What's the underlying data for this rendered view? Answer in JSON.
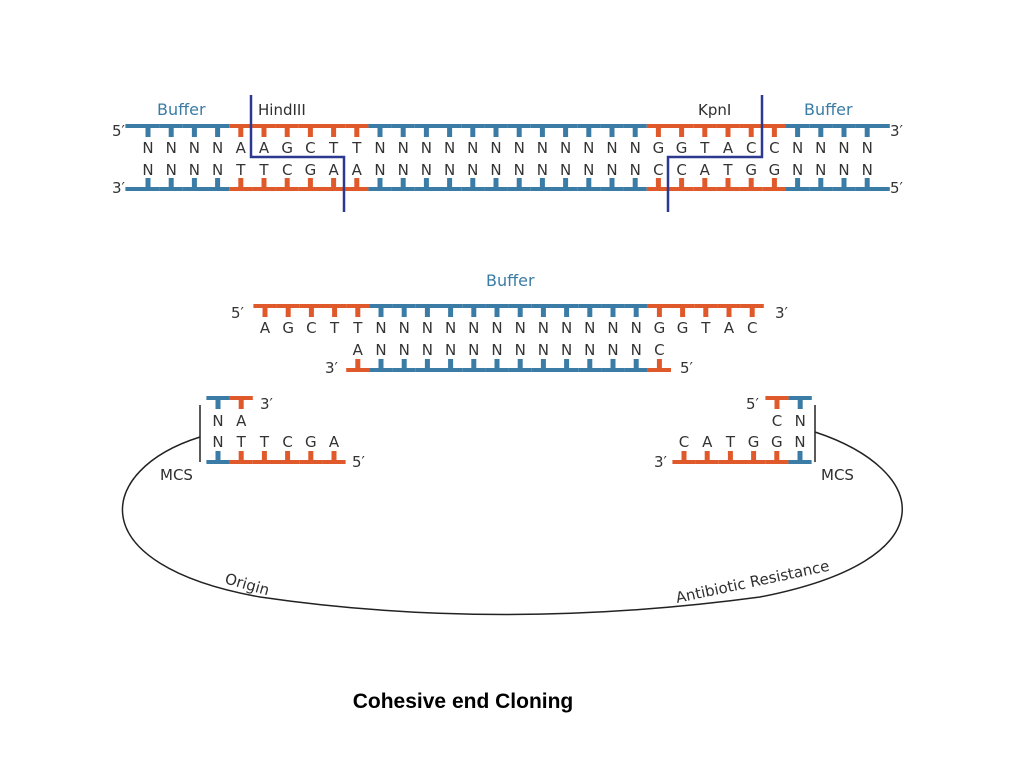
{
  "colors": {
    "blue": "#3a7ca5",
    "orange": "#e0592a",
    "cut": "#2b3990",
    "text": "#333333"
  },
  "top_dna": {
    "left_buffer_label": "Buffer",
    "right_buffer_label": "Buffer",
    "site1_label": "HindIII",
    "site2_label": "KpnI",
    "top_strand": {
      "seq": "NNNNAAGCTTNNNNNNNNNNNNGGTACCNNNN",
      "mask": "bbbbttttttbbbbbbbbbbbbttttttbbbb",
      "left_end": "5′",
      "right_end": "3′"
    },
    "bottom_strand": {
      "seq": "NNNNTTCGAANNNNNNNNNNNNCCATGGNNNN",
      "mask": "bbbbttttttbbbbbbbbbbbbttttttbbbb",
      "left_end": "3′",
      "right_end": "5′"
    }
  },
  "insert": {
    "buffer_label": "Buffer",
    "top_strand": {
      "seq": "AGCTTNNNNNNNNNNNNGGTAC",
      "mask": "tttttbbbbbbbbbbbbttttt",
      "left_end": "5′",
      "right_end": "3′"
    },
    "bottom_strand": {
      "seq": "ANNNNNNNNNNNNC",
      "mask": "tbbbbbbbbbbbbt",
      "left_end": "3′",
      "right_end": "5′"
    }
  },
  "vector": {
    "left_fragment": {
      "top": {
        "seq": "NA",
        "mask": "bt",
        "end": "3′"
      },
      "bottom": {
        "seq": "NTTCGA",
        "mask": "btttttt",
        "end": "5′"
      }
    },
    "right_fragment": {
      "top": {
        "seq": "CN",
        "mask": "tb",
        "end": "5′"
      },
      "bottom": {
        "seq": "CATGGN",
        "mask": "tttttb",
        "end": "3′"
      }
    },
    "left_mcs_label": "MCS",
    "right_mcs_label": "MCS",
    "origin_label": "Origin",
    "resistance_label": "Antibiotic Resistance"
  },
  "title": "Cohesive end Cloning"
}
